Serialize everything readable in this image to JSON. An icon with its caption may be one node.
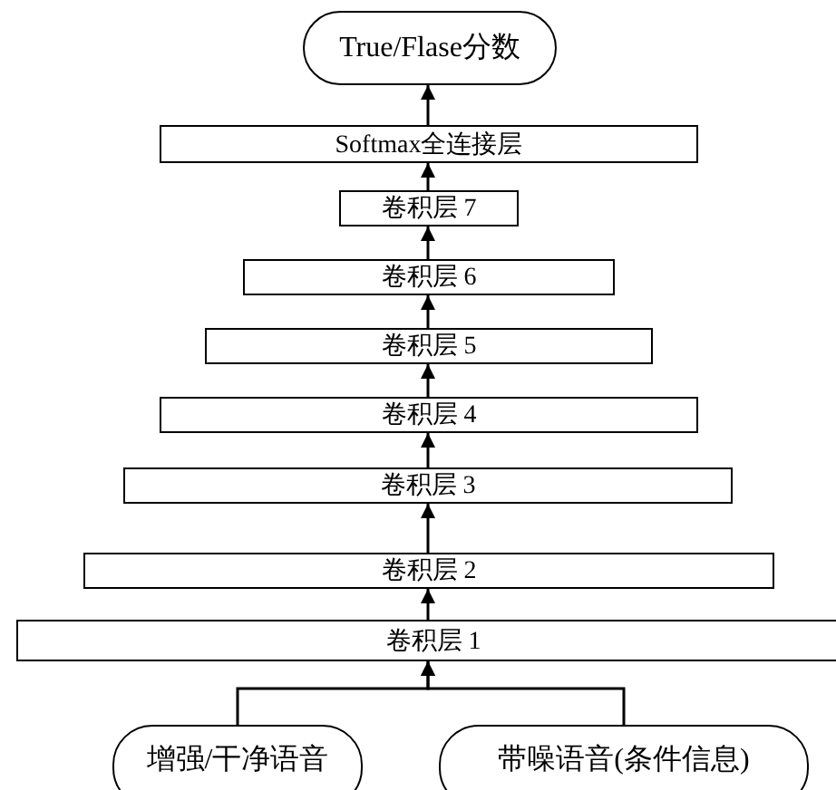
{
  "diagram": {
    "nodes": [
      {
        "text": [
          "True/Flase分数"
        ]
      },
      {
        "text": [
          "Softmax全连接层"
        ]
      },
      {
        "text": [
          "卷积层 7"
        ]
      },
      {
        "text": [
          "卷积层 6"
        ]
      },
      {
        "text": [
          "卷积层 5"
        ]
      },
      {
        "text": [
          "卷积层 4"
        ]
      },
      {
        "text": [
          "卷积层 3"
        ]
      },
      {
        "text": [
          "卷积层 2"
        ]
      },
      {
        "text": [
          "卷积层 1"
        ]
      },
      {
        "text": [
          "增强/干净语音"
        ]
      },
      {
        "text": [
          "带噪语音(条件信息)"
        ]
      }
    ],
    "edges": [
      {
        "from": 1,
        "to": 0,
        "arrow": "to"
      },
      {
        "from": 2,
        "to": 1,
        "arrow": "to"
      },
      {
        "from": 3,
        "to": 2,
        "arrow": "to"
      },
      {
        "from": 4,
        "to": 3,
        "arrow": "to"
      },
      {
        "from": 5,
        "to": 4,
        "arrow": "to"
      },
      {
        "from": 6,
        "to": 5,
        "arrow": "to"
      },
      {
        "from": 7,
        "to": 6,
        "arrow": "to"
      },
      {
        "from": 8,
        "to": 7,
        "arrow": "to"
      },
      {
        "from": 9,
        "to": 8,
        "arrow": "to"
      },
      {
        "from": 10,
        "to": 8,
        "arrow": "to"
      }
    ]
  }
}
